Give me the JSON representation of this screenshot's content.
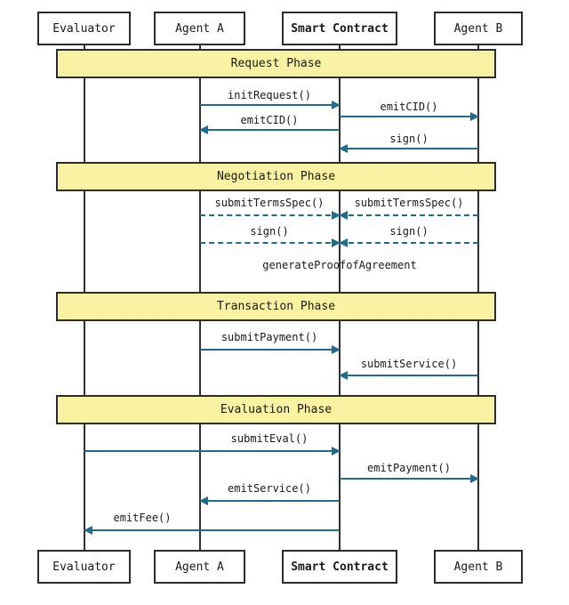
{
  "diagram": {
    "type": "sequence-diagram",
    "colors": {
      "background": "#ffffff",
      "arrow": "#1F6D8E",
      "phase_fill": "#F8F2A2",
      "phase_border": "#2b2b2b",
      "actor_border": "#2b2b2b",
      "lifeline": "#2f2f2f",
      "text": "#1a1a1a"
    },
    "actors": [
      {
        "label": "Evaluator",
        "bold": false
      },
      {
        "label": "Agent A",
        "bold": false
      },
      {
        "label": "Smart Contract",
        "bold": true
      },
      {
        "label": "Agent B",
        "bold": false
      }
    ],
    "phases": [
      {
        "label": "Request Phase"
      },
      {
        "label": "Negotiation Phase"
      },
      {
        "label": "Transaction Phase"
      },
      {
        "label": "Evaluation Phase"
      }
    ],
    "messages": [
      {
        "label": "initRequest()",
        "from": "Agent A",
        "to": "Smart Contract",
        "line": "solid",
        "phase": "Request Phase"
      },
      {
        "label": "emitCID()",
        "from": "Smart Contract",
        "to": "Agent B",
        "line": "solid",
        "phase": "Request Phase"
      },
      {
        "label": "emitCID()",
        "from": "Smart Contract",
        "to": "Agent A",
        "line": "solid",
        "phase": "Request Phase"
      },
      {
        "label": "sign()",
        "from": "Agent B",
        "to": "Smart Contract",
        "line": "solid",
        "phase": "Request Phase"
      },
      {
        "label": "submitTermsSpec()",
        "from": "Agent A",
        "to": "Smart Contract",
        "line": "dashed",
        "phase": "Negotiation Phase"
      },
      {
        "label": "submitTermsSpec()",
        "from": "Agent B",
        "to": "Smart Contract",
        "line": "dashed",
        "phase": "Negotiation Phase"
      },
      {
        "label": "sign()",
        "from": "Agent A",
        "to": "Smart Contract",
        "line": "dashed",
        "phase": "Negotiation Phase"
      },
      {
        "label": "sign()",
        "from": "Agent B",
        "to": "Smart Contract",
        "line": "dashed",
        "phase": "Negotiation Phase"
      },
      {
        "label": "generateProofofAgreement",
        "from": "Smart Contract",
        "to": "Smart Contract",
        "line": "none",
        "phase": "Negotiation Phase"
      },
      {
        "label": "submitPayment()",
        "from": "Agent A",
        "to": "Smart Contract",
        "line": "solid",
        "phase": "Transaction Phase"
      },
      {
        "label": "submitService()",
        "from": "Agent B",
        "to": "Smart Contract",
        "line": "solid",
        "phase": "Transaction Phase"
      },
      {
        "label": "submitEval()",
        "from": "Evaluator",
        "to": "Smart Contract",
        "line": "solid",
        "phase": "Evaluation Phase"
      },
      {
        "label": "emitPayment()",
        "from": "Smart Contract",
        "to": "Agent B",
        "line": "solid",
        "phase": "Evaluation Phase"
      },
      {
        "label": "emitService()",
        "from": "Smart Contract",
        "to": "Agent A",
        "line": "solid",
        "phase": "Evaluation Phase"
      },
      {
        "label": "emitFee()",
        "from": "Smart Contract",
        "to": "Evaluator",
        "line": "solid",
        "phase": "Evaluation Phase"
      }
    ]
  }
}
